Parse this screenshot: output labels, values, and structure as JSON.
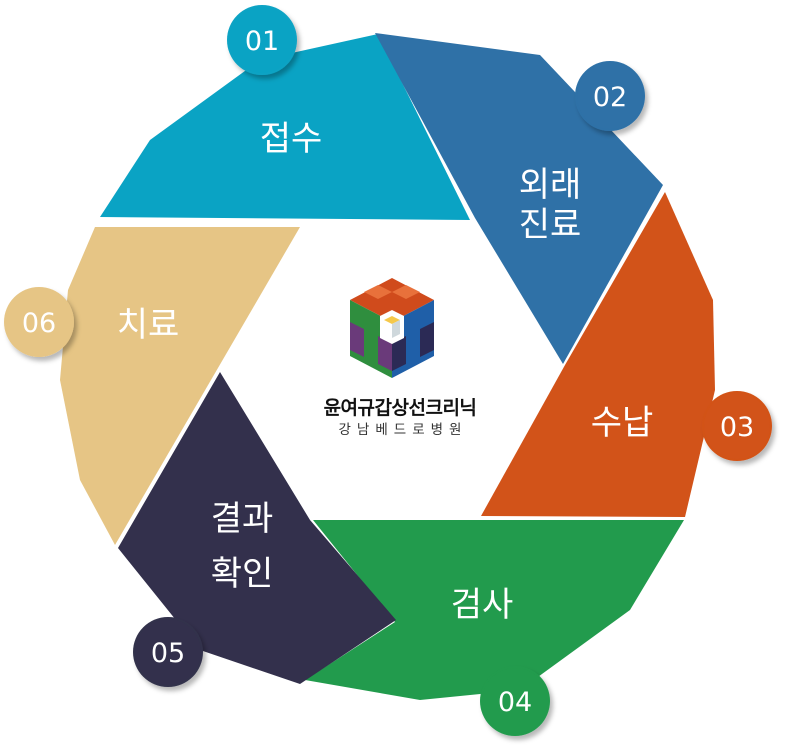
{
  "colors": {
    "step1": "#0aa3c4",
    "step2": "#2f71a7",
    "step3": "#d25319",
    "step4": "#229b4d",
    "step5": "#33304c",
    "step6": "#e6c585"
  },
  "steps": [
    {
      "number": "01",
      "line1": "접수",
      "line2": ""
    },
    {
      "number": "02",
      "line1": "외래",
      "line2": "진료"
    },
    {
      "number": "03",
      "line1": "수납",
      "line2": ""
    },
    {
      "number": "04",
      "line1": "검사",
      "line2": ""
    },
    {
      "number": "05",
      "line1": "결과",
      "line2": "확인"
    },
    {
      "number": "06",
      "line1": "치료",
      "line2": ""
    }
  ],
  "center": {
    "logo_icon": "cross-cube-logo-icon",
    "name": "윤여규갑상선크리닉",
    "subtitle": "강남베드로병원"
  }
}
